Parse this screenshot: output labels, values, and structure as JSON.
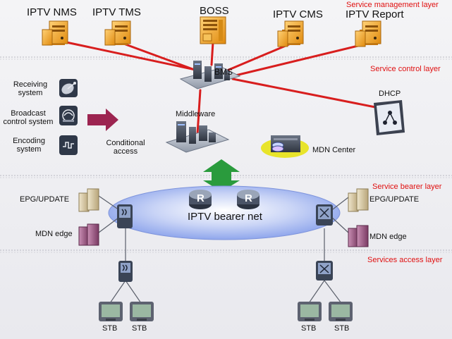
{
  "layers": {
    "management": "Service management layer",
    "control": "Service control layer",
    "bearer": "Service bearer layer",
    "access": "Services access layer"
  },
  "management": {
    "iptv_nms": "IPTV NMS",
    "iptv_tms": "IPTV TMS",
    "boss": "BOSS",
    "iptv_cms": "IPTV CMS",
    "iptv_report": "IPTV Report"
  },
  "control": {
    "bms": "BMS",
    "receiving_system": "Receiving\nsystem",
    "broadcast_control_system": "Broadcast\ncontrol system",
    "encoding_system": "Encoding\nsystem",
    "conditional_access": "Conditional\naccess",
    "middleware": "Middleware",
    "dhcp": "DHCP",
    "mdn_center": "MDN Center"
  },
  "bearer": {
    "epg_update_left": "EPG/UPDATE",
    "mdn_edge_left": "MDN edge",
    "network": "IPTV bearer net",
    "epg_update_right": "EPG/UPDATE",
    "mdn_edge_right": "MDN edge",
    "router_glyph": "R"
  },
  "access": {
    "stb_1": "STB",
    "stb_2": "STB",
    "stb_3": "STB",
    "stb_4": "STB"
  },
  "colors": {
    "link_red": "#d81e1e",
    "layer_text": "#e01010",
    "server_orange": "#f0a21c",
    "cloud_blue": "#8fa6ec",
    "arrow_green": "#2a9b3d",
    "arrow_maroon": "#9c2450"
  }
}
